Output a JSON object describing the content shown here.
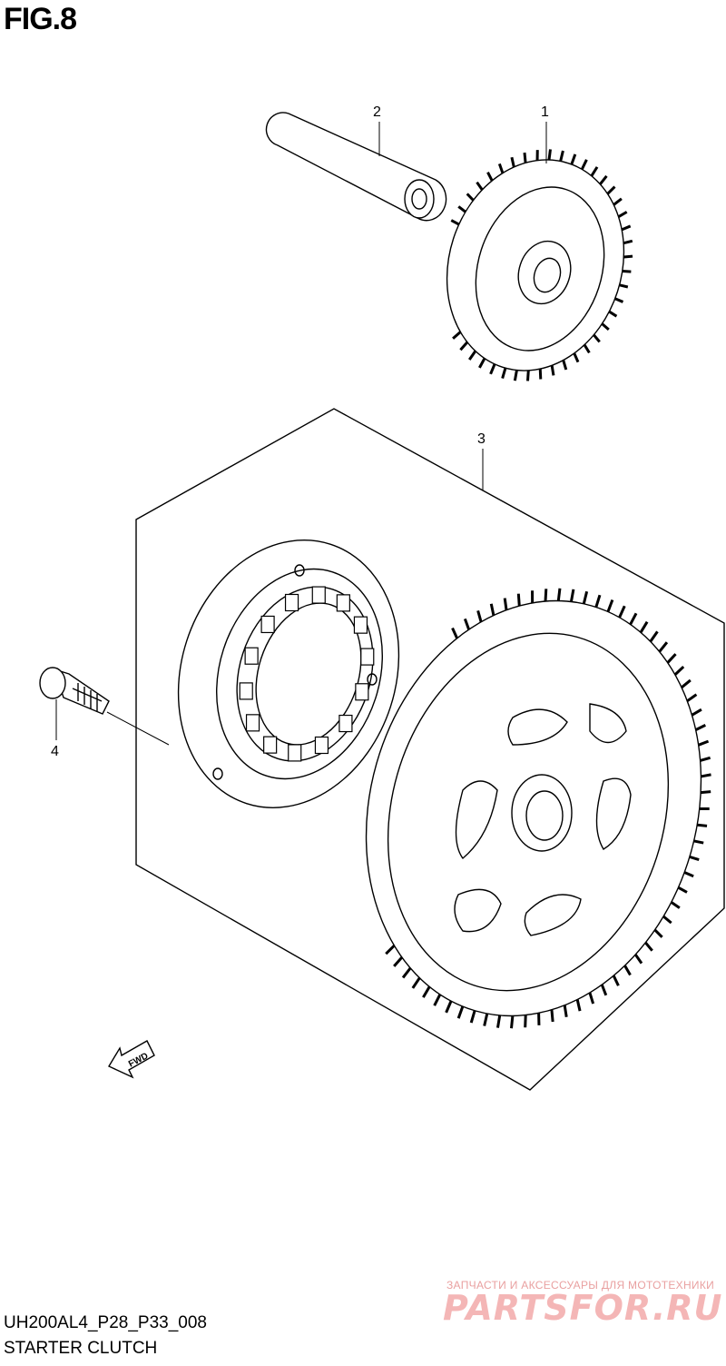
{
  "figure": {
    "title": "FIG.8",
    "code": "UH200AL4_P28_P33_008",
    "name": "STARTER CLUTCH"
  },
  "callouts": [
    {
      "number": "1",
      "part": "gear"
    },
    {
      "number": "2",
      "part": "shaft"
    },
    {
      "number": "3",
      "part": "starter-clutch-assembly"
    },
    {
      "number": "4",
      "part": "bolt"
    }
  ],
  "direction_arrow": {
    "label": "FWD",
    "icon": "fwd-arrow-icon"
  },
  "watermark": {
    "tagline": "ЗАПЧАСТИ И АКСЕССУАРЫ ДЛЯ МОТОТЕХНИКИ",
    "logo": "PARTSFOR.RU",
    "color": "#f4b6b6"
  }
}
